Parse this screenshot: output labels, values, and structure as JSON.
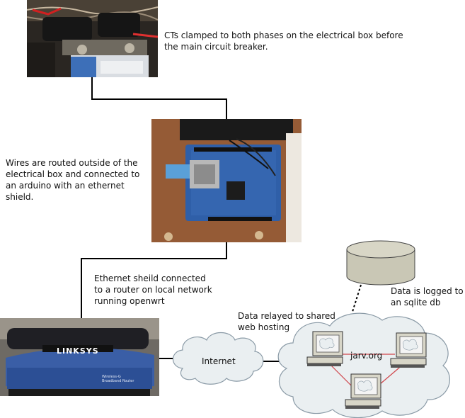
{
  "captions": {
    "ct": "CTs clamped to both phases on the electrical box before\nthe main circuit breaker.",
    "wires": "Wires are routed outside of the\nelectrical box and connected to\nan arduino with an ethernet\nshield.",
    "ethernet": "Ethernet sheild connected\nto a router on local network\nrunning openwrt",
    "relay": "Data relayed to shared\nweb hosting",
    "logged": "Data is logged to\nan sqlite db"
  },
  "labels": {
    "internet": "Internet",
    "host": "jarv.org"
  },
  "router_text": {
    "brand": "LINKSYS",
    "model": "Wireless-G\nBroadband Router"
  },
  "colors": {
    "cloud_fill": "#eaeff1",
    "cloud_stroke": "#8a9aa6",
    "db_fill": "#c9c7b5",
    "link_red": "#d0454a",
    "router_blue": "#3a5ea6",
    "board_blue": "#2f5fa8"
  }
}
